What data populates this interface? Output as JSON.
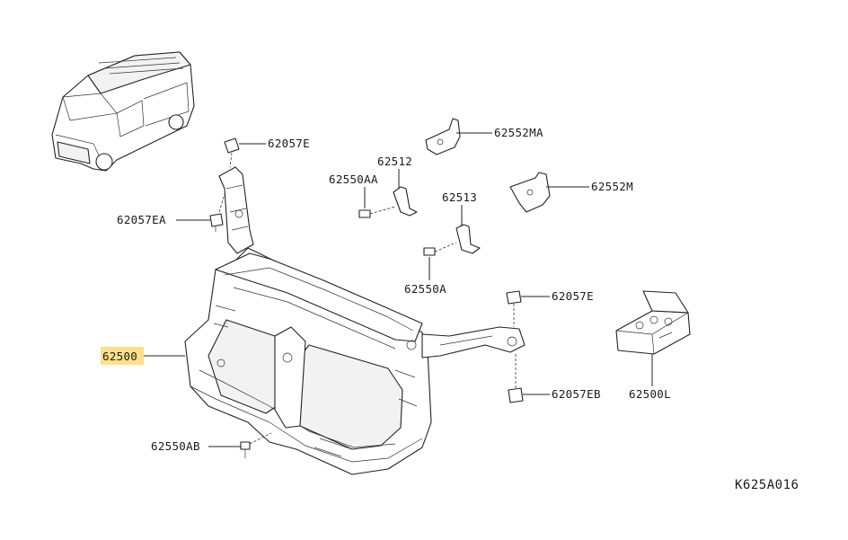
{
  "diagram": {
    "labels": {
      "p62057E_top": "62057E",
      "p62057EA": "62057EA",
      "p62550AA": "62550AA",
      "p62512": "62512",
      "p62552MA": "62552MA",
      "p62552M": "62552M",
      "p62513": "62513",
      "p62550A": "62550A",
      "p62057E_right": "62057E",
      "p62500": "62500",
      "p62057EB": "62057EB",
      "p62500L": "62500L",
      "p62550AB": "62550AB"
    },
    "highlighted_part": "62500",
    "highlight_color": "#ffe08a",
    "drawing_code": "K625A016"
  }
}
